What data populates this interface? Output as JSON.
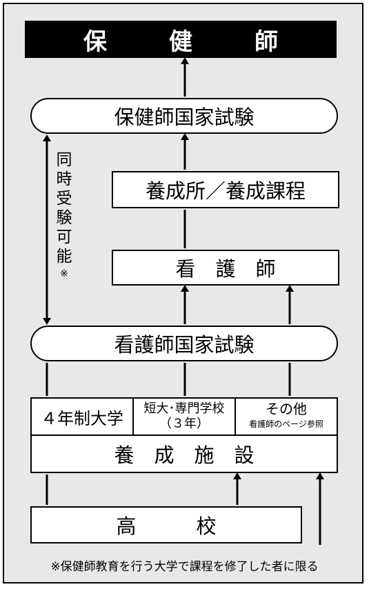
{
  "title": "保　健　師",
  "exam_phn": "保健師国家試験",
  "training": "養成所／養成課程",
  "nurse": "看　護　師",
  "exam_nurse": "看護師国家試験",
  "schools": {
    "univ": "４年制大学",
    "junior_line1": "短大･専門学校",
    "junior_line2": "（３年）",
    "other_line1": "その他",
    "other_line2": "看護師のページ参照"
  },
  "facilities": "養　成　施　設",
  "highschool": "高　　　校",
  "simultaneous": [
    "同",
    "時",
    "受",
    "験",
    "可",
    "能",
    "※"
  ],
  "footnote": "※保健師教育を行う大学で課程を修了した者に限る"
}
